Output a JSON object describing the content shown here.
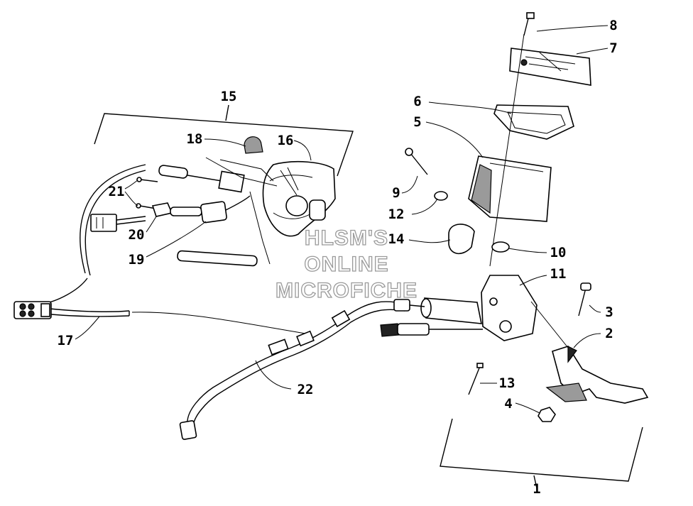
{
  "watermark": {
    "line1": "HLSM'S",
    "line2": "ONLINE",
    "line3": "MICROFICHE"
  },
  "callouts": [
    {
      "id": "c1",
      "label": "1"
    },
    {
      "id": "c2",
      "label": "2"
    },
    {
      "id": "c3",
      "label": "3"
    },
    {
      "id": "c4",
      "label": "4"
    },
    {
      "id": "c5",
      "label": "5"
    },
    {
      "id": "c6",
      "label": "6"
    },
    {
      "id": "c7",
      "label": "7"
    },
    {
      "id": "c8",
      "label": "8"
    },
    {
      "id": "c9",
      "label": "9"
    },
    {
      "id": "c10",
      "label": "10"
    },
    {
      "id": "c11",
      "label": "11"
    },
    {
      "id": "c12",
      "label": "12"
    },
    {
      "id": "c13",
      "label": "13"
    },
    {
      "id": "c14",
      "label": "14"
    },
    {
      "id": "c15",
      "label": "15"
    },
    {
      "id": "c16",
      "label": "16"
    },
    {
      "id": "c17",
      "label": "17"
    },
    {
      "id": "c18",
      "label": "18"
    },
    {
      "id": "c19",
      "label": "19"
    },
    {
      "id": "c20",
      "label": "20"
    },
    {
      "id": "c21",
      "label": "21"
    },
    {
      "id": "c22",
      "label": "22"
    }
  ]
}
